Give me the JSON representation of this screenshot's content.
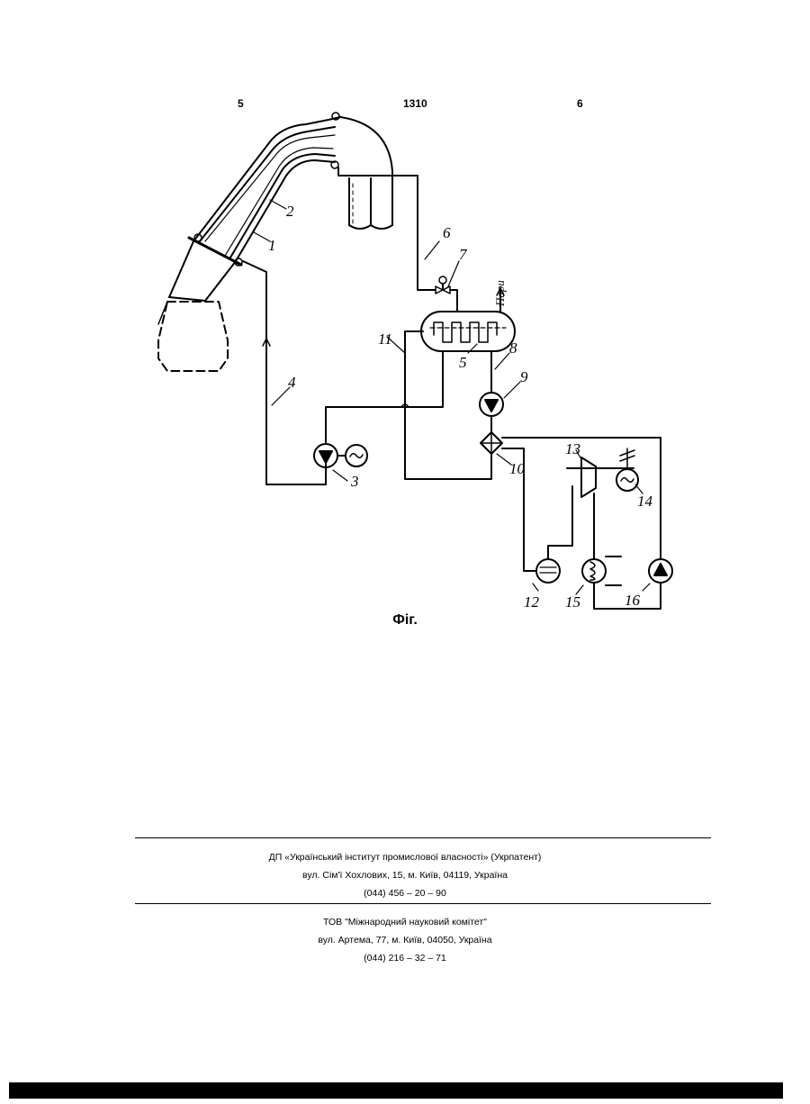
{
  "header": {
    "left_page": "5",
    "patent_number": "1310",
    "right_page": "6"
  },
  "figure": {
    "caption": "Фіг.",
    "labels": {
      "n1": "1",
      "n2": "2",
      "n3": "3",
      "n4": "4",
      "n5": "5",
      "n6": "6",
      "n7": "7",
      "n8": "8",
      "n9": "9",
      "n10": "10",
      "n11": "11",
      "n12": "12",
      "n13": "13",
      "n14": "14",
      "n15": "15",
      "n16": "16",
      "steam": "Пари"
    }
  },
  "footer": {
    "publisher": {
      "name": "ДП «Український інститут промислової власності» (Укрпатент)",
      "address": "вул. Сім'ї Хохлових, 15, м. Київ, 04119, Україна",
      "phone": "(044) 456 – 20 – 90"
    },
    "printer": {
      "name": "ТОВ \"Міжнародний науковий комітет\"",
      "address": "вул. Артема, 77, м. Київ, 04050, Україна",
      "phone": "(044) 216 – 32 – 71"
    }
  }
}
